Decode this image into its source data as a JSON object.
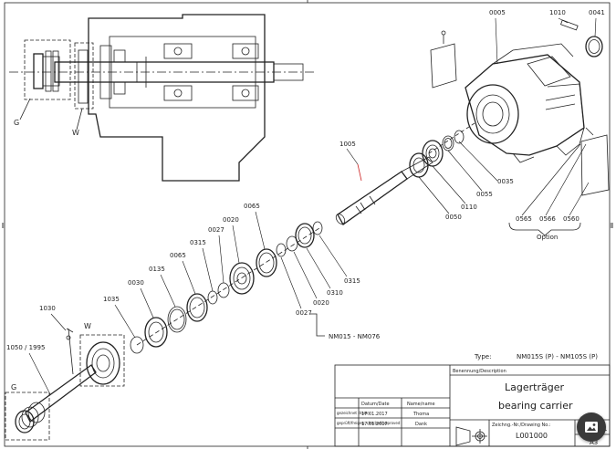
{
  "diagram": {
    "views": {
      "section": {
        "label_g": "G",
        "label_w": "W"
      },
      "exploded_lower": {
        "label_g": "G",
        "label_w": "W"
      }
    },
    "parts": [
      {
        "id": "p0005",
        "number": "0005"
      },
      {
        "id": "p1010",
        "number": "1010"
      },
      {
        "id": "p0041",
        "number": "0041"
      },
      {
        "id": "p1005",
        "number": "1005"
      },
      {
        "id": "p0035",
        "number": "0035"
      },
      {
        "id": "p0055",
        "number": "0055"
      },
      {
        "id": "p0110",
        "number": "0110"
      },
      {
        "id": "p0050",
        "number": "0050"
      },
      {
        "id": "p0565",
        "number": "0565"
      },
      {
        "id": "p0566",
        "number": "0566"
      },
      {
        "id": "p0560",
        "number": "0560"
      },
      {
        "id": "p0065a",
        "number": "0065"
      },
      {
        "id": "p0020a",
        "number": "0020"
      },
      {
        "id": "p0027a",
        "number": "0027"
      },
      {
        "id": "p0315a",
        "number": "0315"
      },
      {
        "id": "p0065b",
        "number": "0065"
      },
      {
        "id": "p0135",
        "number": "0135"
      },
      {
        "id": "p0030",
        "number": "0030"
      },
      {
        "id": "p1035",
        "number": "1035"
      },
      {
        "id": "p1030",
        "number": "1030"
      },
      {
        "id": "p1050",
        "number": "1050 / 1995"
      },
      {
        "id": "p0315b",
        "number": "0315"
      },
      {
        "id": "p0310",
        "number": "0310"
      },
      {
        "id": "p0020b",
        "number": "0020"
      },
      {
        "id": "p0027b",
        "number": "0027"
      }
    ],
    "option_label": "Option",
    "range_label": "NM015 - NM076",
    "type_label": "Type:",
    "type_value": "NM015S (P) - NM105S (P)"
  },
  "title_block": {
    "designation_header": "Benennung/Description",
    "title_de": "Lagerträger",
    "title_en": "bearing carrier",
    "date_header": "Datum/Date",
    "name_header": "Name/name",
    "row1_label": "gezeichnet drawn",
    "row1_date": "17.01.2017",
    "row1_name": "Thoma",
    "row2_label": "geprüft/freigeg. checked/approved",
    "row2_date": "17.01.2017",
    "row2_name": "Dank",
    "drawing_no_label": "Zeichng.-Nr./Drawing No.:",
    "drawing_no": "L001000",
    "sheet": "1",
    "format": "A3"
  },
  "icons": {
    "expand_button": "expand-image-icon"
  }
}
